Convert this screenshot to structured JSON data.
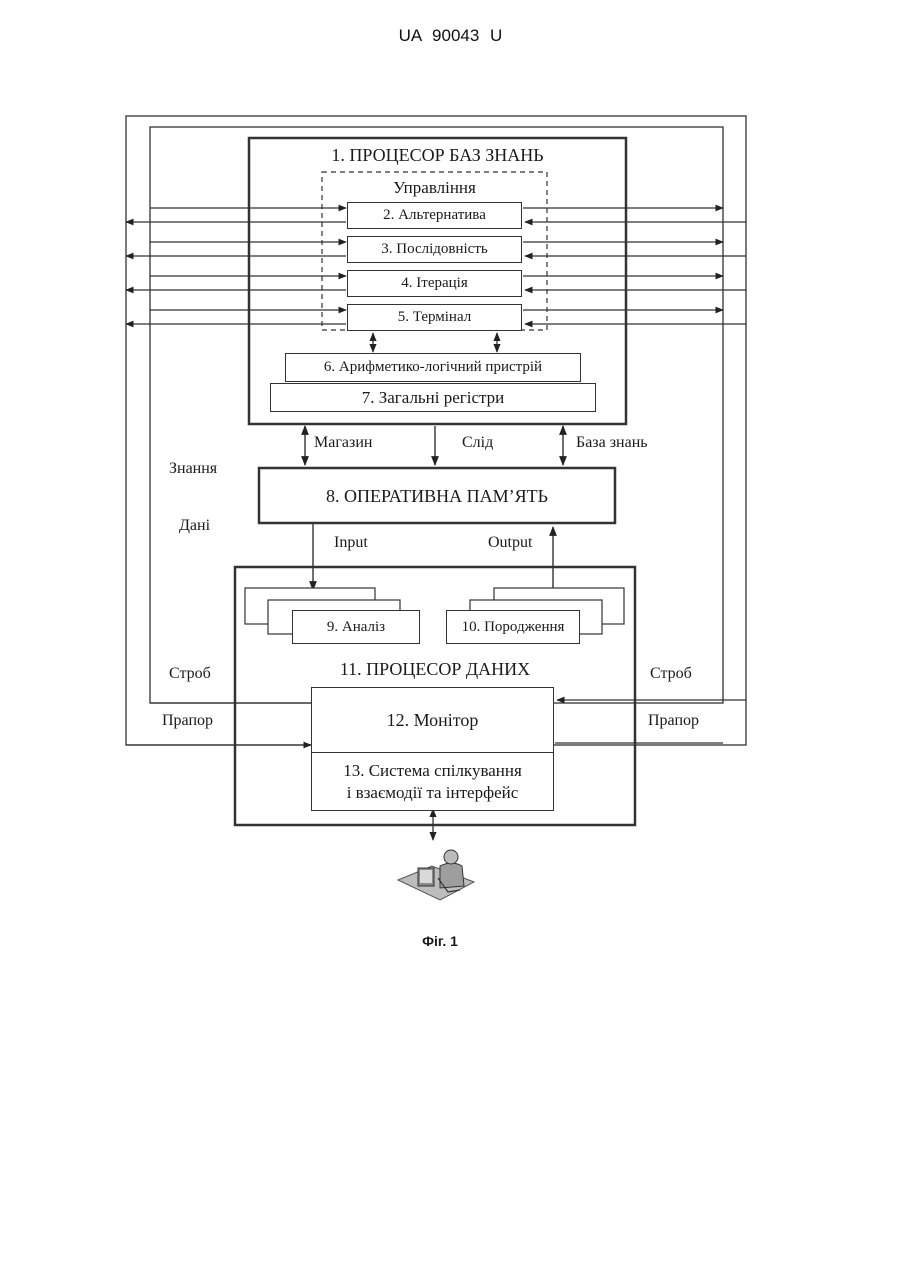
{
  "header": "UA   90043   U",
  "processor": {
    "title": "1. ПРОЦЕСОР БАЗ ЗНАНЬ",
    "control_label": "Управління",
    "control_units": [
      "2. Альтернатива",
      "3. Послідовність",
      "4. Ітерація",
      "5. Термінал"
    ],
    "alu": "6. Арифметико-логічний пристрій",
    "registers": "7. Загальні регістри"
  },
  "bus_labels": {
    "stack": "Магазин",
    "trace": "Слід",
    "kb": "База знань"
  },
  "side_labels": {
    "knowledge": "Знання",
    "data": "Дані",
    "strobe_left": "Строб",
    "strobe_right": "Строб",
    "flag_left": "Прапор",
    "flag_right": "Прапор"
  },
  "memory": "8. ОПЕРАТИВНА ПАМ’ЯТЬ",
  "io_labels": {
    "input": "Input",
    "output": "Output"
  },
  "data_processor": {
    "analysis": "9. Аналіз",
    "generation": "10. Породження",
    "title": "11. ПРОЦЕСОР ДАНИХ",
    "monitor": "12. Монітор",
    "interface_line1": "13. Система спілкування",
    "interface_line2": "і взаємодії та інтерфейс"
  },
  "caption": "Фіг. 1"
}
